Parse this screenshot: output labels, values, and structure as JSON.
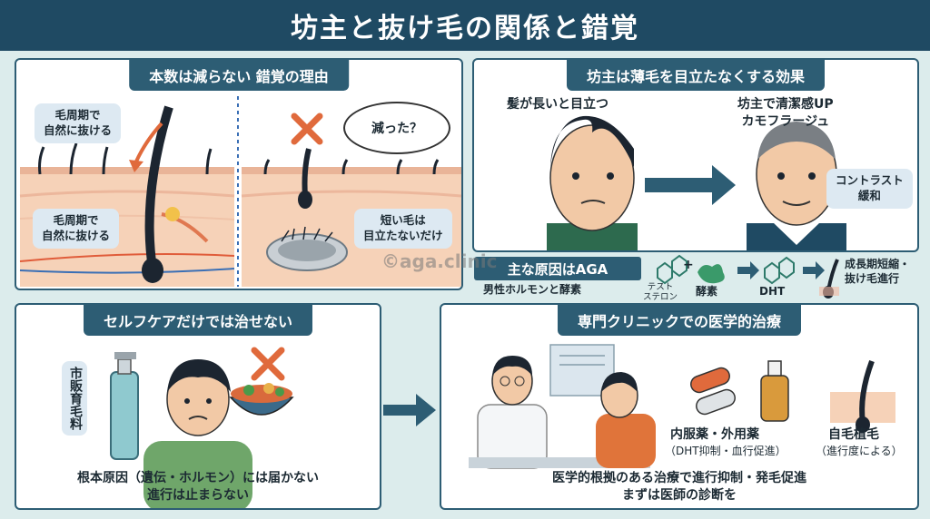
{
  "title": "坊主と抜け毛の関係と錯覚",
  "watermark": "©aga.clinic",
  "panel_misconception": {
    "heading": "本数は減らない 錯覚の理由",
    "bubble_top": "毛周期で\n自然に抜ける",
    "bubble_bottom": "毛周期で\n自然に抜ける",
    "thought": "減った？",
    "short_hair_note": "短い毛は\n目立たないだけ"
  },
  "panel_effect": {
    "heading": "坊主は薄毛を目立たなくする効果",
    "long_hair_label": "髪が長いと目立つ",
    "buzz_label": "坊主で清潔感UP\nカモフラージュ",
    "contrast_label": "コントラスト\n緩和"
  },
  "aga": {
    "title": "主な原因はAGA",
    "subtitle": "男性ホルモンと酵素",
    "testosterone": "テスト\nステロン",
    "plus": "+",
    "enzyme": "酵素",
    "dht": "DHT",
    "result": "成長期短縮・\n抜け毛進行"
  },
  "panel_selfcare": {
    "heading": "セルフケアだけでは治せない",
    "product_label": "市販育毛料",
    "caption": "根本原因（遺伝・ホルモン）には届かない\n進行は止まらない"
  },
  "panel_clinic": {
    "heading": "専門クリニックでの医学的治療",
    "medicine_label": "内服薬・外用薬",
    "medicine_sub": "（DHT抑制・血行促進）",
    "transplant_label": "自毛植毛",
    "transplant_sub": "（進行度による）",
    "caption": "医学的根拠のある治療で進行抑制・発毛促進\nまずは医師の診断を"
  },
  "colors": {
    "navy": "#1f4a63",
    "teal": "#2d5d74",
    "red_x": "#e06a3c",
    "skin": "#f7d8c0"
  }
}
